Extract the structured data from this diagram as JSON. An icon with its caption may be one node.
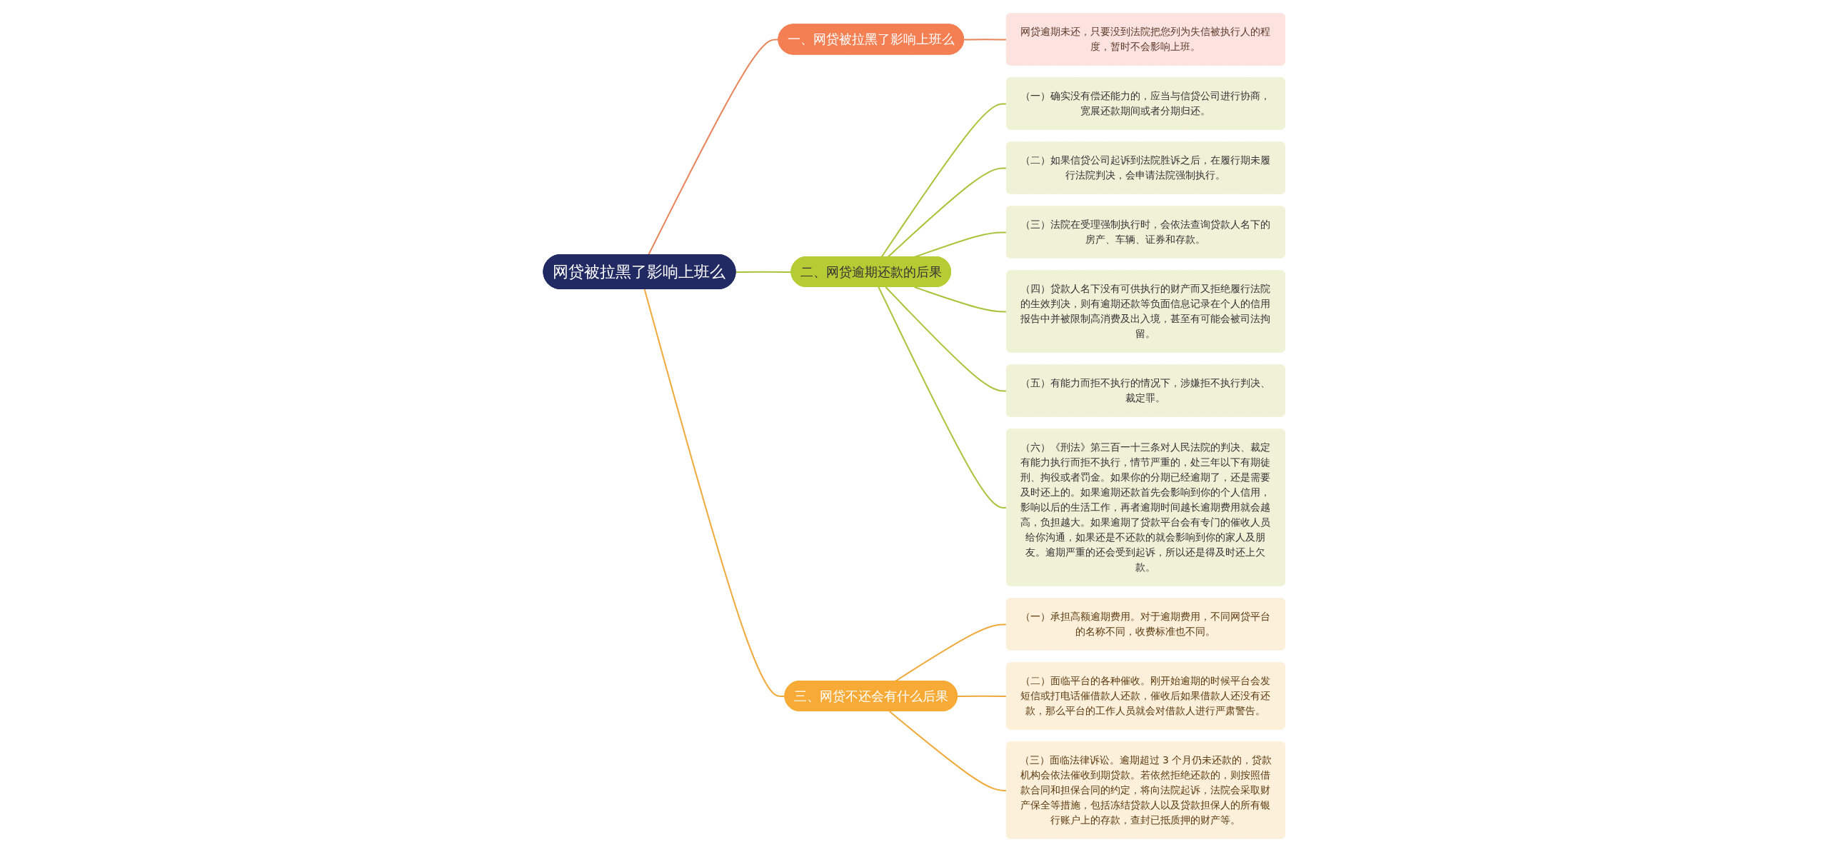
{
  "diagram": {
    "nodes": [
      {
        "text": [
          "网贷被拉黑了影响上班么"
        ]
      },
      {
        "text": [
          "一、网贷被拉黑了影响上班么"
        ]
      },
      {
        "text": [
          "网贷逾期未还，只要没到法院把您列为失信被执行人的程度，暂时不会影响上班。"
        ]
      },
      {
        "text": [
          "二、网贷逾期还款的后果"
        ]
      },
      {
        "text": [
          "（一）确实没有偿还能力的，应当与信贷公司进行协商，宽展还款期间或者分期归还。"
        ]
      },
      {
        "text": [
          "（二）如果信贷公司起诉到法院胜诉之后，在履行期未履行法院判决，会申请法院强制执行。"
        ]
      },
      {
        "text": [
          "（三）法院在受理强制执行时，会依法查询贷款人名下的房产、车辆、证券和存款。"
        ]
      },
      {
        "text": [
          "（四）贷款人名下没有可供执行的财产而又拒绝履行法院的生效判决，则有逾期还款等负面信息记录在个人的信用报告中并被限制高消费及出入境，甚至有可能会被司法拘留。"
        ]
      },
      {
        "text": [
          "（五）有能力而拒不执行的情况下，涉嫌拒不执行判决、裁定罪。"
        ]
      },
      {
        "text": [
          "（六）《刑法》第三百一十三条对人民法院的判决、裁定有能力执行而拒不执行，情节严重的，处三年以下有期徒刑、拘役或者罚金。如果你的分期已经逾期了，还是需要及时还上的。如果逾期还款首先会影响到你的个人信用，影响以后的生活工作，再者逾期时间越长逾期费用就会越高，负担越大。如果逾期了贷款平台会有专门的催收人员给你沟通，如果还是不还款的就会影响到你的家人及朋友。逾期严重的还会受到起诉，所以还是得及时还上欠款。"
        ]
      },
      {
        "text": [
          "三、网贷不还会有什么后果"
        ]
      },
      {
        "text": [
          "（一）承担高额逾期费用。对于逾期费用，不同网贷平台的名称不同，收费标准也不同。"
        ]
      },
      {
        "text": [
          "（二）面临平台的各种催收。刚开始逾期的时候平台会发短信或打电话催借款人还款，催收后如果借款人还没有还款，那么平台的工作人员就会对借款人进行严肃警告。"
        ]
      },
      {
        "text": [
          "（三）面临法律诉讼。逾期超过 3 个月仍未还款的，贷款机构会依法催收到期贷款。若依然拒绝还款的，则按照借款合同和担保合同的约定，将向法院起诉，法院会采取财产保全等措施，包括冻结贷款人以及贷款担保人的所有银行账户上的存款，查封已抵质押的财产等。"
        ]
      }
    ],
    "edges": [
      {
        "from": 0,
        "to": 1,
        "arrow": "none",
        "color": "#e8845a"
      },
      {
        "from": 1,
        "to": 2,
        "arrow": "none",
        "color": "#e8845a"
      },
      {
        "from": 0,
        "to": 3,
        "arrow": "none"
      },
      {
        "from": 3,
        "to": 4,
        "arrow": "none"
      },
      {
        "from": 3,
        "to": 5,
        "arrow": "none"
      },
      {
        "from": 3,
        "to": 6,
        "arrow": "none"
      },
      {
        "from": 3,
        "to": 7,
        "arrow": "none"
      },
      {
        "from": 3,
        "to": 8,
        "arrow": "none"
      },
      {
        "from": 3,
        "to": 9,
        "arrow": "none"
      },
      {
        "from": 0,
        "to": 10,
        "arrow": "none",
        "color": "#f0a93a"
      },
      {
        "from": 10,
        "to": 11,
        "arrow": "none",
        "color": "#f0a93a"
      },
      {
        "from": 10,
        "to": 12,
        "arrow": "none",
        "color": "#f0a93a"
      },
      {
        "from": 10,
        "to": 13,
        "arrow": "none",
        "color": "#f0a93a"
      }
    ]
  }
}
